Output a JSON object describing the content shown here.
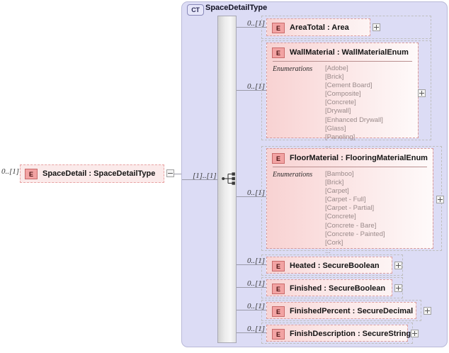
{
  "diagram": {
    "type": "xsd-schema-diagram",
    "root_element": {
      "badge": "E",
      "label": "SpaceDetail : SpaceDetailType",
      "cardinality": "0..[1]",
      "expander": "minus"
    },
    "complex_type": {
      "badge": "CT",
      "title": "SpaceDetailType",
      "compositor": "sequence",
      "compositor_cardinality": "[1]..[1]"
    },
    "children": [
      {
        "badge": "E",
        "label": "AreaTotal : Area",
        "cardinality": "0..[1]",
        "kind": "simple",
        "expander": "plus"
      },
      {
        "badge": "E",
        "label": "WallMaterial : WallMaterialEnum",
        "cardinality": "0..[1]",
        "kind": "enumeration",
        "expander": "plus",
        "enum_label": "Enumerations",
        "enum_values": [
          "[Adobe]",
          "[Brick]",
          "[Cement Board]",
          "[Composite]",
          "[Concrete]",
          "[Drywall]",
          "[Enhanced Drywall]",
          "[Glass]",
          "[Paneling]",
          "..."
        ]
      },
      {
        "badge": "E",
        "label": "FloorMaterial : FlooringMaterialEnum",
        "cardinality": "0..[1]",
        "kind": "enumeration",
        "expander": "plus",
        "enum_label": "Enumerations",
        "enum_values": [
          "[Bamboo]",
          "[Brick]",
          "[Carpet]",
          "[Carpet - Full]",
          "[Carpet - Partial]",
          "[Concrete]",
          "[Concrete - Bare]",
          "[Concrete - Painted]",
          "[Cork]",
          "..."
        ]
      },
      {
        "badge": "E",
        "label": "Heated   : SecureBoolean",
        "cardinality": "0..[1]",
        "kind": "simple",
        "expander": "plus"
      },
      {
        "badge": "E",
        "label": "Finished : SecureBoolean",
        "cardinality": "0..[1]",
        "kind": "simple",
        "expander": "plus"
      },
      {
        "badge": "E",
        "label": "FinishedPercent : SecureDecimal",
        "cardinality": "0..[1]",
        "kind": "simple",
        "expander": "plus"
      },
      {
        "badge": "E",
        "label": "FinishDescription : SecureString",
        "cardinality": "0..[1]",
        "kind": "simple",
        "expander": "plus"
      }
    ],
    "colors": {
      "container_fill": "#dcdcf5",
      "element_fill": "#fbeaea",
      "badge_fill": "#f2a3a3",
      "line": "#9a9aa8"
    }
  }
}
